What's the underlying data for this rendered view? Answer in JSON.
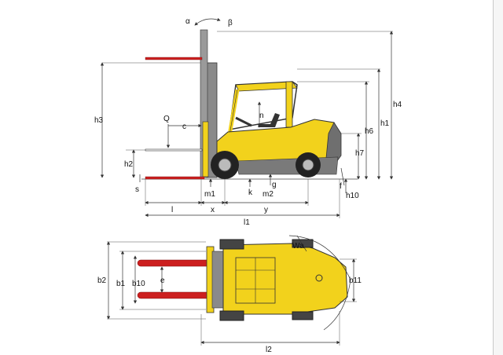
{
  "side_view": {
    "labels": {
      "alpha": "α",
      "beta": "β",
      "h3": "h3",
      "h4": "h4",
      "h1": "h1",
      "h6": "h6",
      "h7": "h7",
      "h2": "h2",
      "h10": "h10",
      "n": "n",
      "c": "c",
      "Q": "Q",
      "s": "s",
      "m1": "m1",
      "m2": "m2",
      "k": "k",
      "g": "g",
      "f": "f",
      "l": "l",
      "x": "x",
      "y": "y",
      "l1": "l1"
    }
  },
  "top_view": {
    "labels": {
      "b2": "b2",
      "b1": "b1",
      "b10": "b10",
      "e": "e",
      "b11": "b11",
      "Wa": "Wa",
      "l2": "l2"
    }
  },
  "colors": {
    "body": "#f2d21c",
    "fork_red": "#cc1f1f",
    "mast": "#8a8a8a",
    "counterweight": "#6f6f6f",
    "tire": "#222222"
  }
}
